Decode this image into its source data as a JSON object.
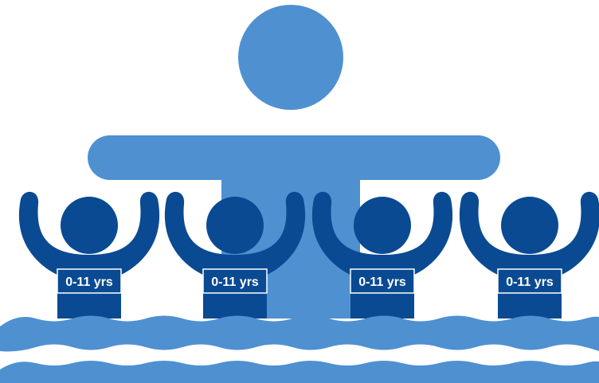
{
  "colors": {
    "adult": "#4f90d0",
    "child": "#0a4a92",
    "water": "#4f90d0",
    "label_text": "#ffffff",
    "background": "#ffffff"
  },
  "icons": {
    "adult": "adult-swimmer-icon",
    "child": "child-swimmer-icon",
    "water": "water-waves-icon"
  },
  "children": [
    {
      "label": "0-11 yrs"
    },
    {
      "label": "0-11 yrs"
    },
    {
      "label": "0-11 yrs"
    },
    {
      "label": "0-11 yrs"
    }
  ]
}
